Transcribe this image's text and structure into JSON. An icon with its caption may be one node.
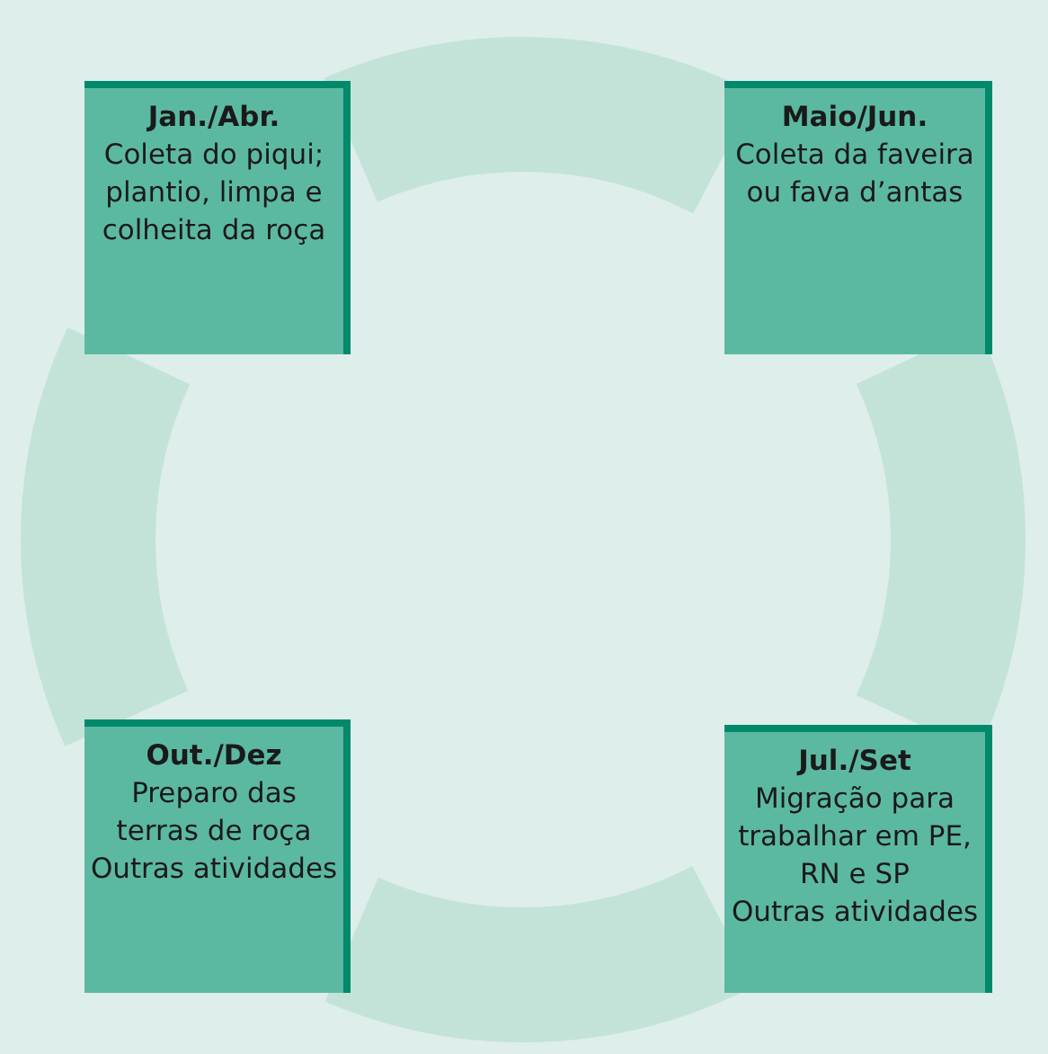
{
  "diagram": {
    "nodes": [
      {
        "text": [
          "Jan./Abr.",
          "Coleta do piqui; plantio, limpa e colheita da roça"
        ]
      },
      {
        "text": [
          "Maio/Jun.",
          "Coleta da faveira ou fava d’antas"
        ]
      },
      {
        "text": [
          "Out./Dez",
          "Preparo das terras de roça",
          "Outras atividades"
        ]
      },
      {
        "text": [
          "Jul./Set",
          "Migração para trabalhar em PE, RN e SP",
          "Outras atividades"
        ]
      }
    ],
    "edges": [
      {
        "from": 0,
        "to": 1,
        "arrow": "none"
      },
      {
        "from": 1,
        "to": 3,
        "arrow": "none"
      },
      {
        "from": 3,
        "to": 2,
        "arrow": "none"
      },
      {
        "from": 2,
        "to": 0,
        "arrow": "none"
      }
    ]
  }
}
